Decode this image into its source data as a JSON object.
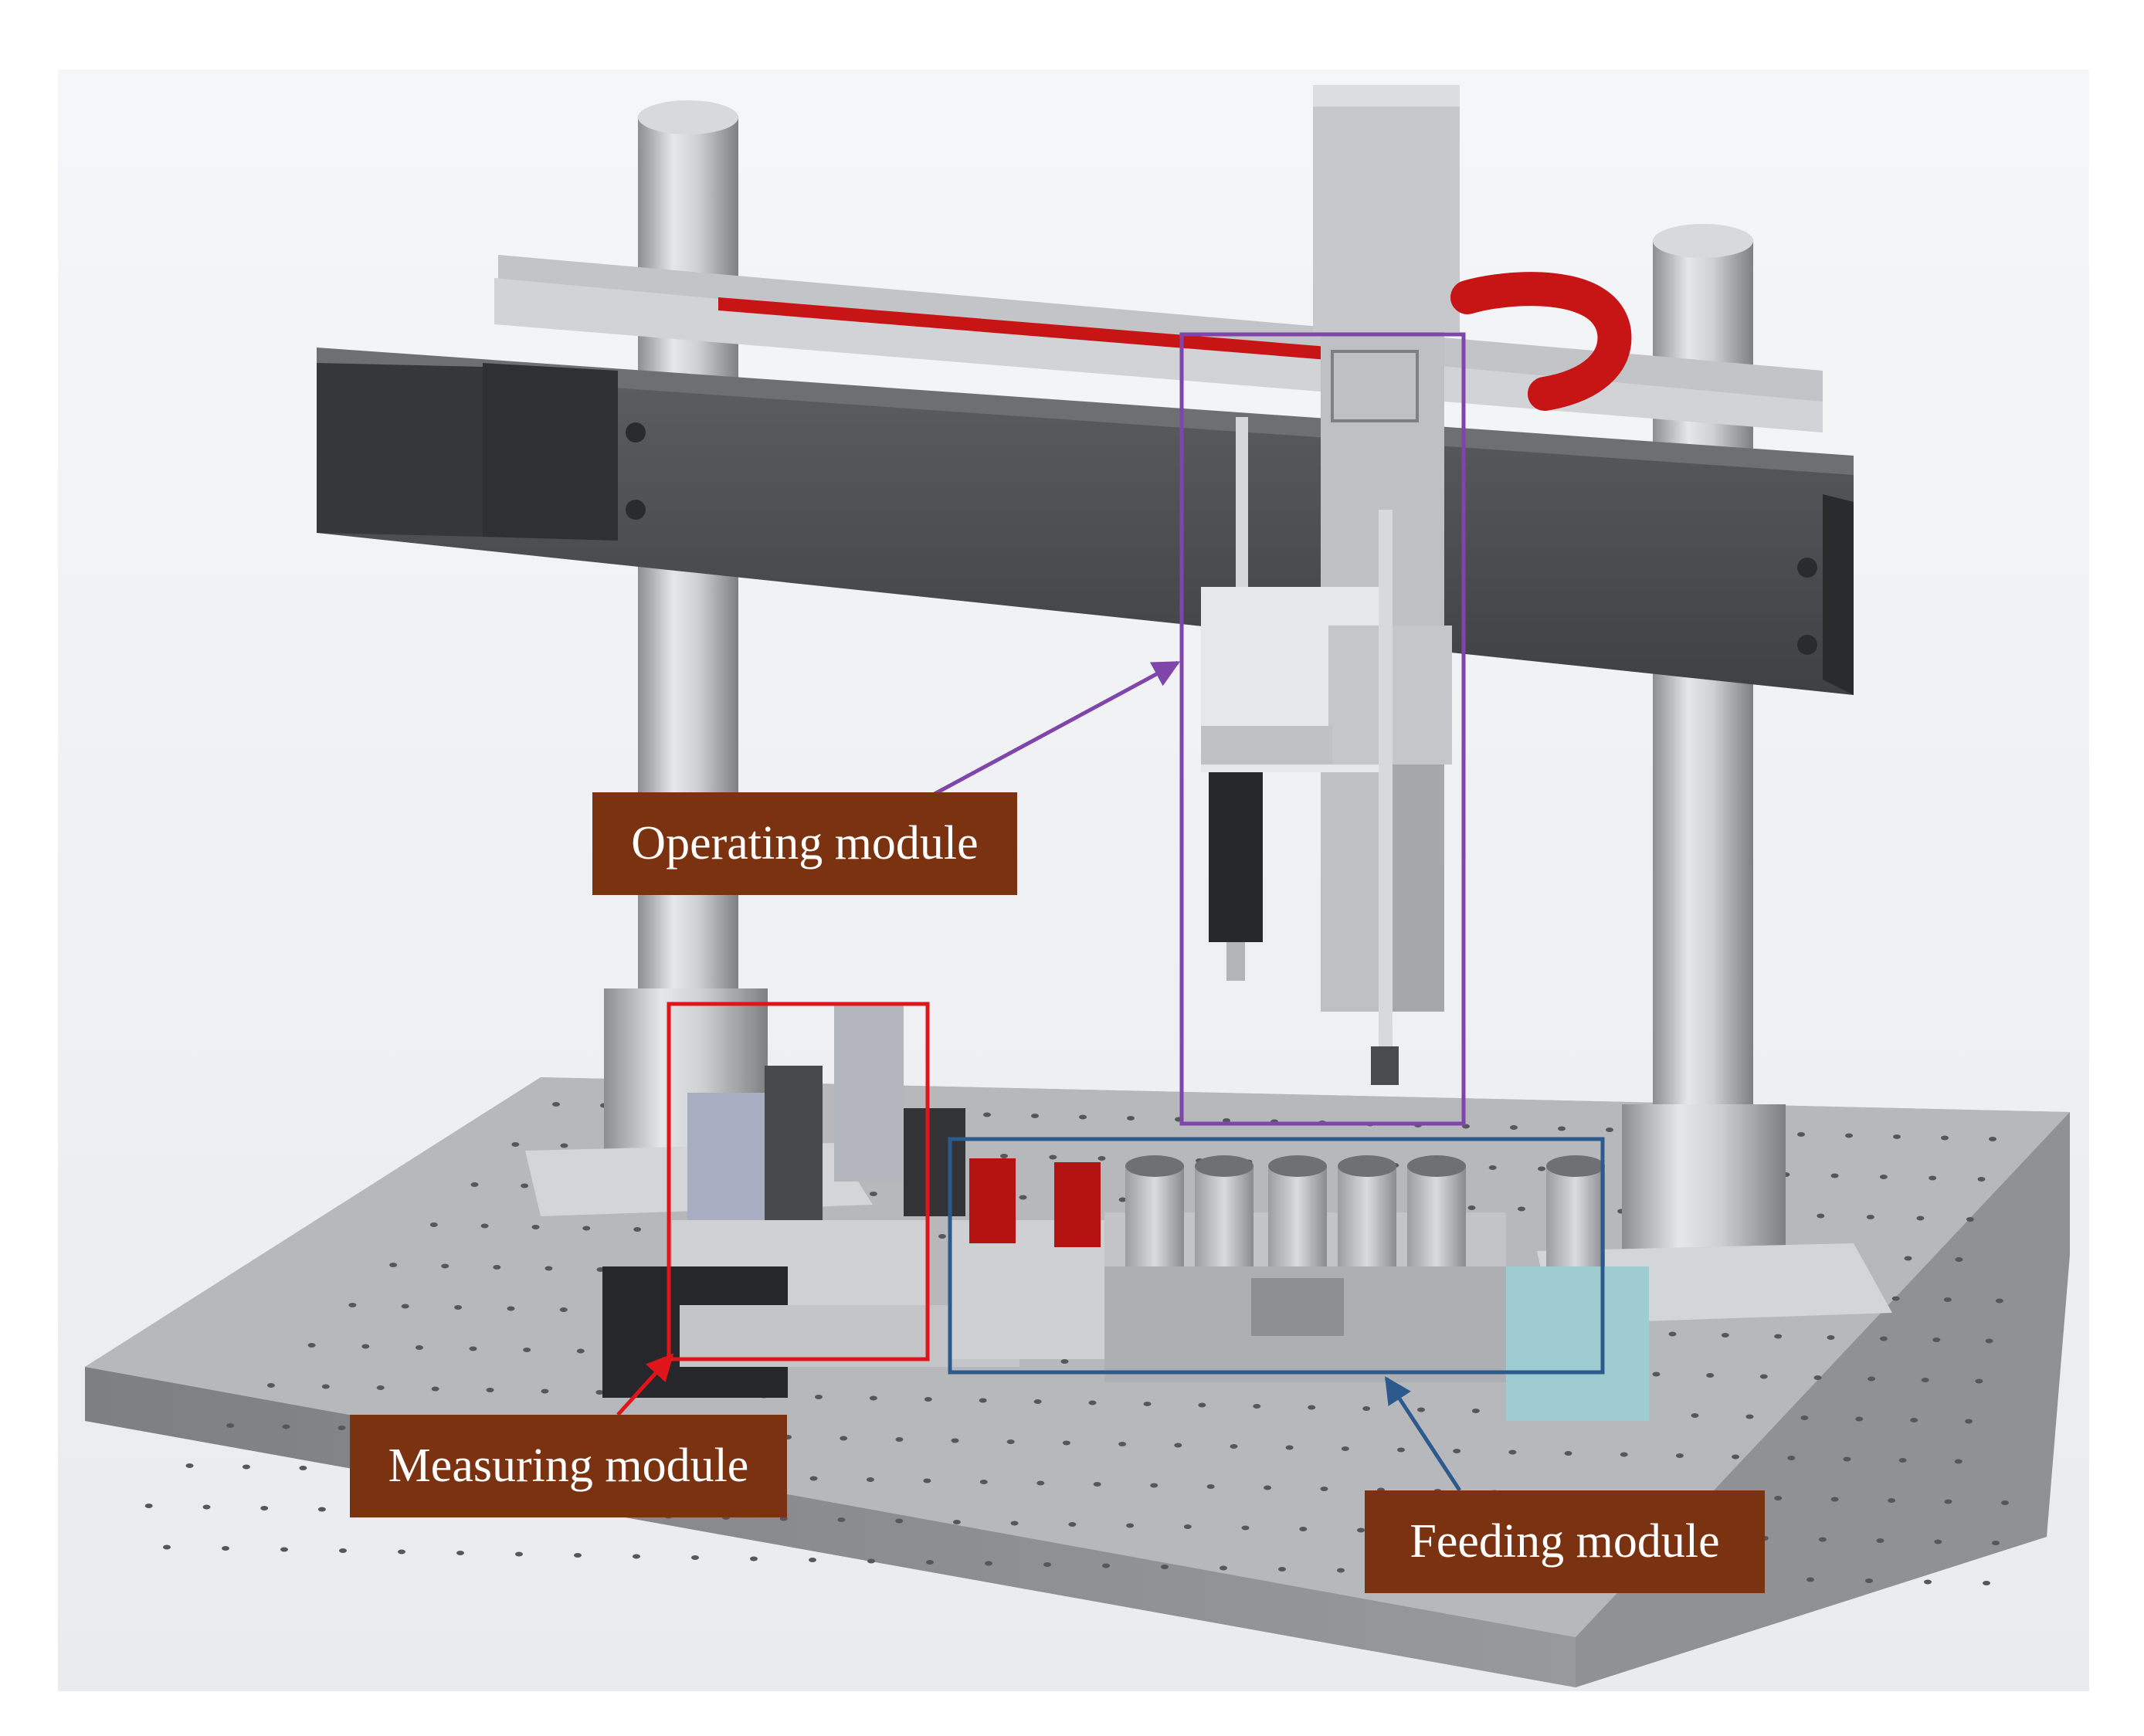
{
  "labels": {
    "operating": "Operating module",
    "measuring": "Measuring module",
    "feeding": "Feeding module"
  },
  "colors": {
    "label_fill": "#7b3210",
    "label_text": "#ffffff",
    "operating_box": "#7f45ab",
    "measuring_box": "#e0151a",
    "feeding_box": "#2c5a8c",
    "cable_chain": "#c71414",
    "base_plate": "#a7a9ad",
    "beam": "#4a4b4e",
    "column": "#c9cacd"
  }
}
